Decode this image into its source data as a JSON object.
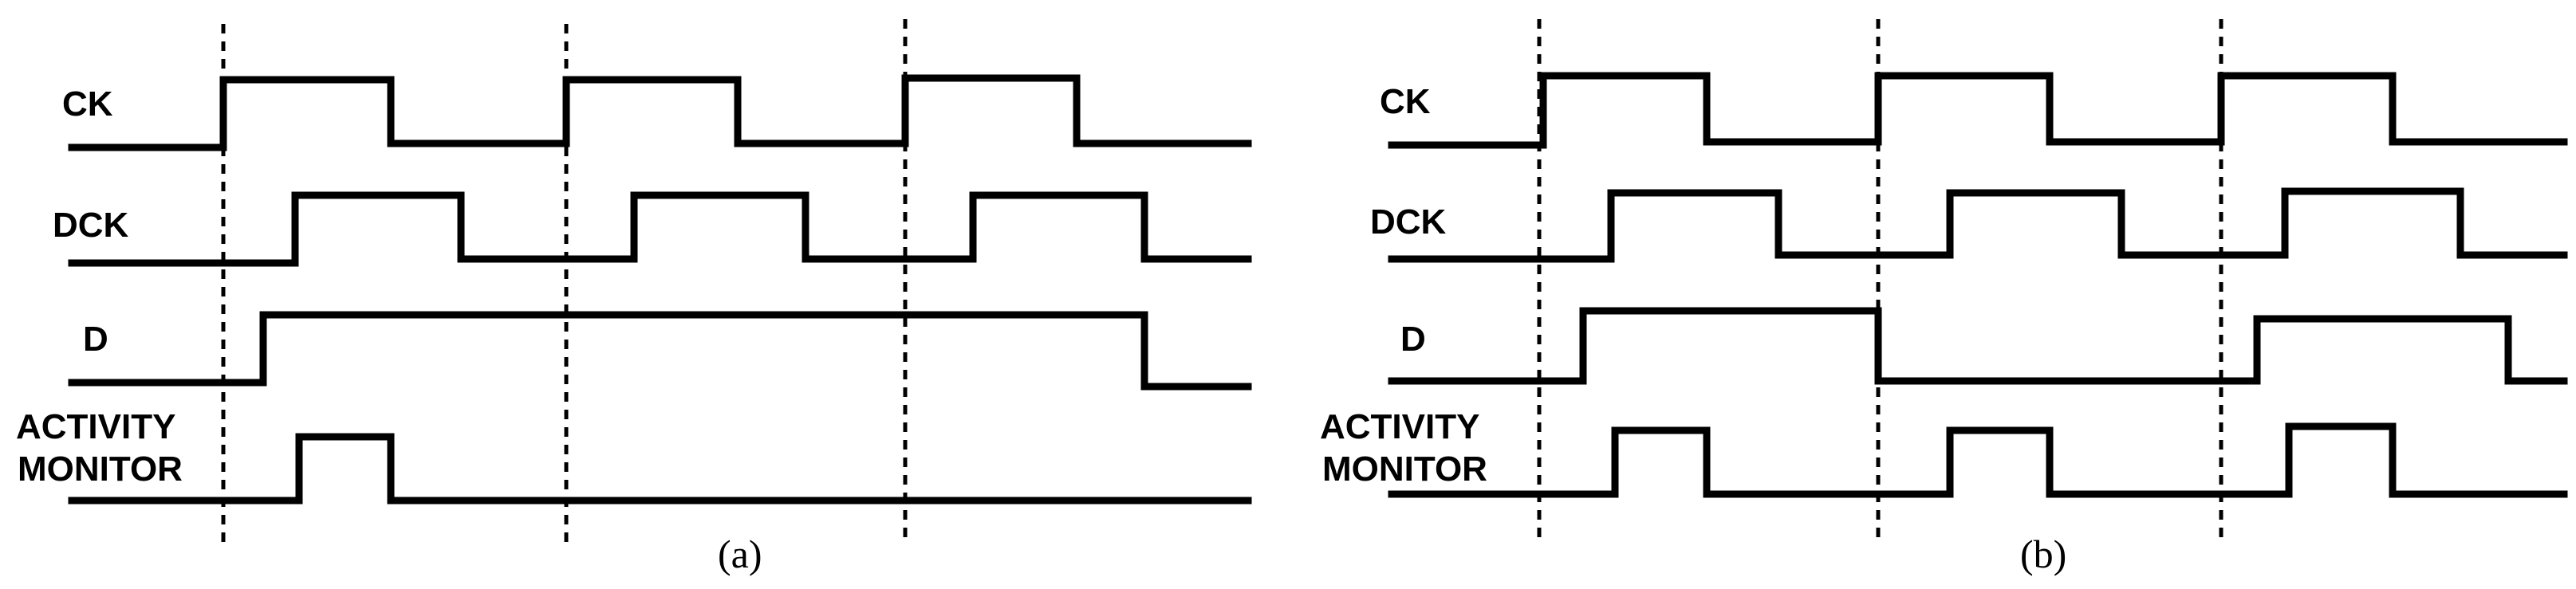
{
  "panels": [
    {
      "id": "a",
      "caption": "(a)",
      "signals": [
        {
          "label": "CK",
          "levels": [
            0,
            1,
            0,
            1,
            0,
            1,
            0
          ],
          "edges": [
            0.095,
            0.25,
            0.49,
            0.65,
            0.89,
            1.04
          ]
        },
        {
          "label": "DCK",
          "levels": [
            0,
            1,
            0,
            1,
            0,
            1,
            0
          ],
          "edges": [
            0.17,
            0.33,
            0.57,
            0.73,
            0.97,
            1.13
          ]
        },
        {
          "label": "D",
          "levels": [
            0,
            1,
            0
          ],
          "edges": [
            0.13,
            1.1
          ]
        },
        {
          "label_lines": [
            "ACTIVITY",
            "MONITOR"
          ],
          "levels": [
            0,
            1,
            0
          ],
          "edges": [
            0.17,
            0.27
          ]
        }
      ]
    },
    {
      "id": "b",
      "caption": "(b)",
      "signals": [
        {
          "label": "CK",
          "levels": [
            0,
            1,
            0,
            1,
            0,
            1,
            0
          ],
          "edges": [
            0.095,
            0.25,
            0.49,
            0.65,
            0.89,
            1.04
          ]
        },
        {
          "label": "DCK",
          "levels": [
            0,
            1,
            0,
            1,
            0,
            1,
            0
          ],
          "edges": [
            0.17,
            0.33,
            0.57,
            0.73,
            0.97,
            1.13
          ]
        },
        {
          "label": "D",
          "levels": [
            0,
            1,
            0,
            1,
            0
          ],
          "edges": [
            0.13,
            0.53,
            0.93,
            1.28
          ]
        },
        {
          "label_lines": [
            "ACTIVITY",
            "MONITOR"
          ],
          "levels": [
            0,
            1,
            0,
            1,
            0,
            1,
            0
          ],
          "edges": [
            0.17,
            0.27,
            0.57,
            0.67,
            0.97,
            1.07
          ]
        }
      ]
    }
  ],
  "clock_period_edges": [
    0.095,
    0.49,
    0.89
  ]
}
